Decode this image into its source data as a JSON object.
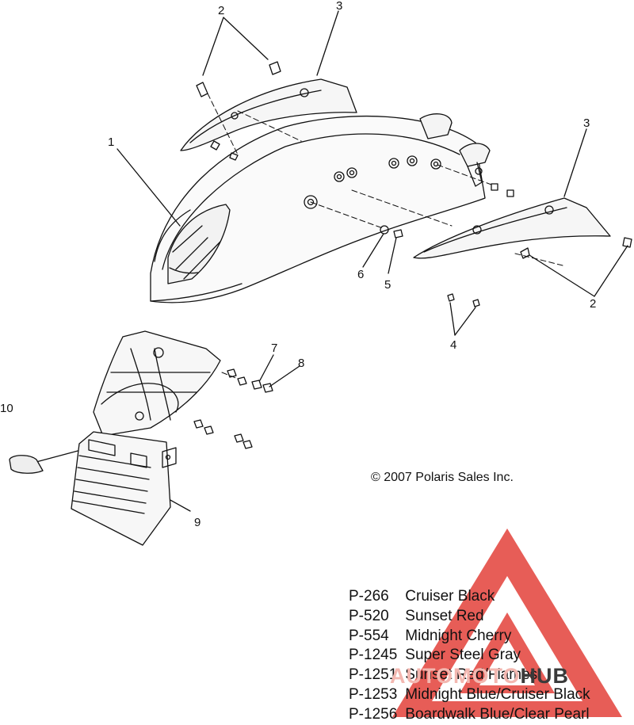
{
  "callouts": [
    "1",
    "2",
    "3",
    "3",
    "2",
    "4",
    "5",
    "6",
    "7",
    "8",
    "9",
    "10"
  ],
  "copyright": "© 2007 Polaris Sales Inc.",
  "color_codes": [
    {
      "code": "P-266",
      "name": "Cruiser Black"
    },
    {
      "code": "P-520",
      "name": "Sunset Red"
    },
    {
      "code": "P-554",
      "name": "Midnight Cherry"
    },
    {
      "code": "P-1245",
      "name": "Super Steel Gray"
    },
    {
      "code": "P-1251",
      "name": "Sunset Red/Flames"
    },
    {
      "code": "P-1253",
      "name": "Midnight Blue/Cruiser Black"
    },
    {
      "code": "P-1256",
      "name": "Boardwalk Blue/Clear Pearl"
    }
  ],
  "watermark": {
    "text_part1": "AUTOMOTO",
    "text_part2": "HUB",
    "color": "#e3413a"
  }
}
